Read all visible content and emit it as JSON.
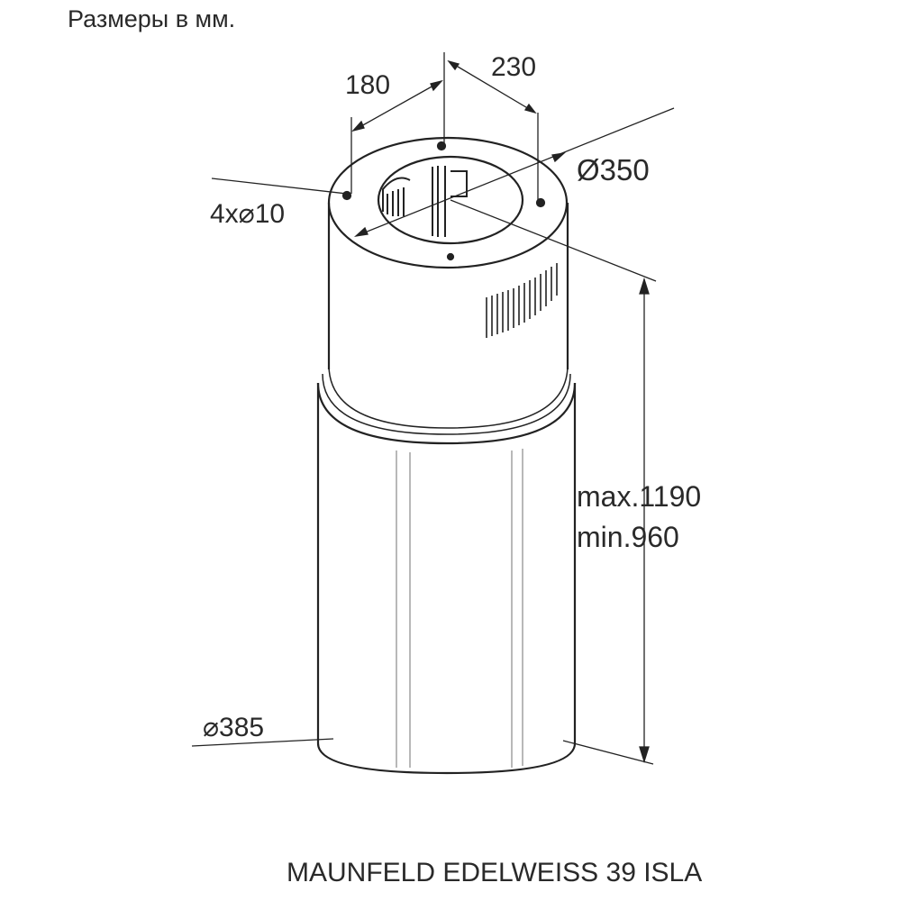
{
  "header": {
    "units_note": "Размеры в мм."
  },
  "dimensions": {
    "width_a": "180",
    "width_b": "230",
    "top_diameter": "Ø350",
    "holes": "4x⌀10",
    "height_max": "max.1190",
    "height_min": "min.960",
    "bottom_diameter": "⌀385"
  },
  "footer": {
    "model": "MAUNFELD EDELWEISS 39 ISLA"
  }
}
